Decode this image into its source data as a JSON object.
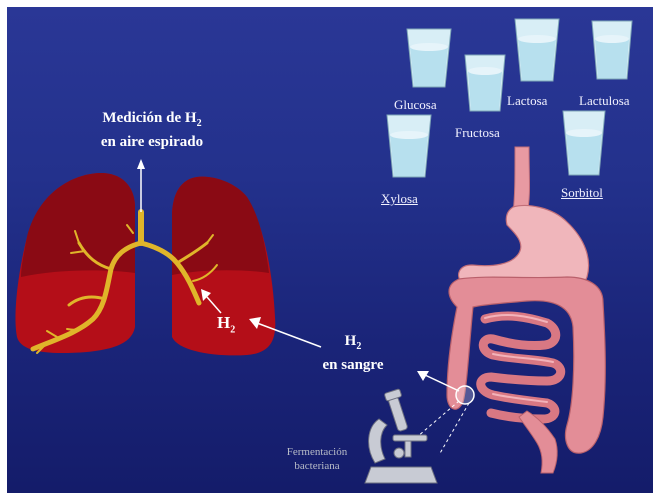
{
  "breath_title": {
    "line1": "Medición de H",
    "subscript": "2",
    "line2": "en aire espirado"
  },
  "lung_h2": {
    "text": "H",
    "subscript": "2"
  },
  "blood": {
    "line1": "H",
    "subscript": "2",
    "line2": "en sangre"
  },
  "sugars": {
    "glucosa": "Glucosa",
    "fructosa": "Fructosa",
    "lactosa": "Lactosa",
    "lactulosa": "Lactulosa",
    "xylosa": "Xylosa",
    "sorbitol": "Sorbitol"
  },
  "fermentation": {
    "line1": "Fermentación",
    "line2": "bacteriana"
  },
  "colors": {
    "background": "#23318c",
    "lung_dark": "#8a0a14",
    "lung_light": "#b40e18",
    "trachea": "#e0b52a",
    "gut": "#e89aa2",
    "cup_water": "#b7e0ee",
    "text": "#ffffff"
  }
}
